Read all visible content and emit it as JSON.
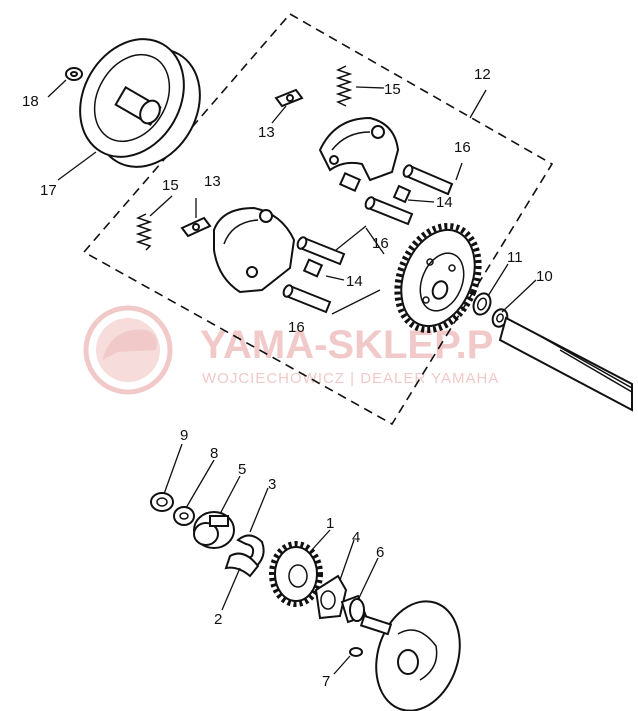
{
  "callouts": [
    "1",
    "2",
    "3",
    "4",
    "5",
    "6",
    "7",
    "8",
    "9",
    "10",
    "11",
    "12",
    "13",
    "13",
    "14",
    "14",
    "15",
    "15",
    "16",
    "16",
    "16",
    "17",
    "18"
  ],
  "watermark": {
    "title": "YAMA-SKLEP.P",
    "subtitle": "WOJCIECHOWICZ | DEALER YAMAHA",
    "color": "#f2c9c9",
    "icon": "helmet-logo-icon"
  },
  "colors": {
    "ink": "#111111",
    "background": "#ffffff"
  }
}
